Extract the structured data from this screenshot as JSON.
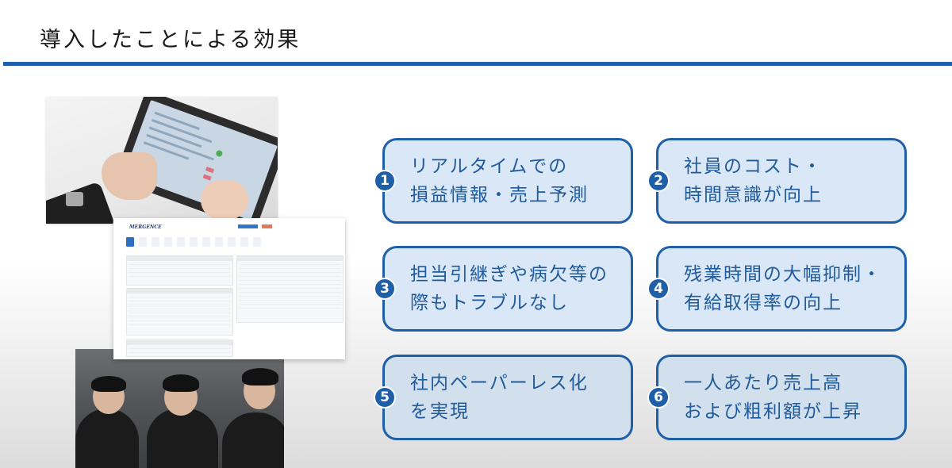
{
  "slide": {
    "title": "導入したことによる効果",
    "accent_color": "#1e5fae"
  },
  "images": {
    "tablet_photo": "tablet-in-hands-photo",
    "app_screenshot": {
      "logo": "MERGENCE",
      "description": "dashboard-screenshot"
    },
    "team_photo": "three-employees-photo"
  },
  "benefits": [
    {
      "number": "1",
      "text": "リアルタイムでの\n損益情報・売上予測"
    },
    {
      "number": "2",
      "text": "社員のコスト・\n時間意識が向上"
    },
    {
      "number": "3",
      "text": "担当引継ぎや病欠等の\n際もトラブルなし"
    },
    {
      "number": "4",
      "text": "残業時間の大幅抑制・\n有給取得率の向上"
    },
    {
      "number": "5",
      "text": "社内ペーパーレス化\nを実現"
    },
    {
      "number": "6",
      "text": "一人あたり売上高\nおよび粗利額が上昇"
    }
  ],
  "colors": {
    "card_border": "#1f5fa8",
    "card_fill": "#d9e7f6",
    "card_text": "#1f5a9c",
    "badge_fill": "#1f5fa8"
  }
}
